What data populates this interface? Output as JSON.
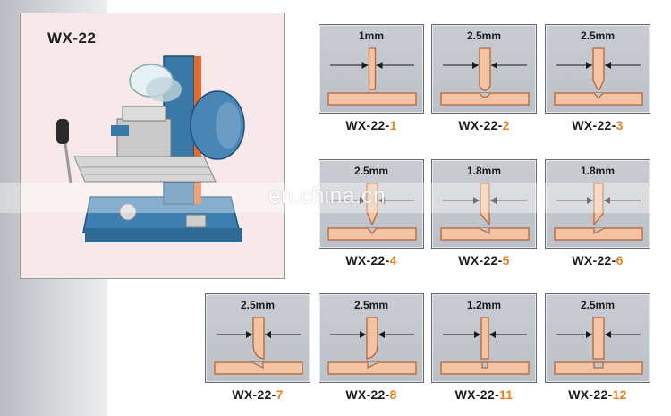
{
  "product": {
    "model": "WX-22",
    "photo_icon": "key-cutting-machine-icon"
  },
  "cutters": [
    {
      "prefix": "WX-22-",
      "number": "1",
      "width": "1mm",
      "profile": "narrow-thin"
    },
    {
      "prefix": "WX-22-",
      "number": "2",
      "width": "2.5mm",
      "profile": "round-tip"
    },
    {
      "prefix": "WX-22-",
      "number": "3",
      "width": "2.5mm",
      "profile": "point-tip"
    },
    {
      "prefix": "WX-22-",
      "number": "4",
      "width": "2.5mm",
      "profile": "v-point"
    },
    {
      "prefix": "WX-22-",
      "number": "5",
      "width": "1.8mm",
      "profile": "angled-right"
    },
    {
      "prefix": "WX-22-",
      "number": "6",
      "width": "1.8mm",
      "profile": "angled-left"
    },
    {
      "prefix": "WX-22-",
      "number": "7",
      "width": "2.5mm",
      "profile": "curved-left"
    },
    {
      "prefix": "WX-22-",
      "number": "8",
      "width": "2.5mm",
      "profile": "curved-right"
    },
    {
      "prefix": "WX-22-",
      "number": "11",
      "width": "1.2mm",
      "profile": "flat-thin"
    },
    {
      "prefix": "WX-22-",
      "number": "12",
      "width": "2.5mm",
      "profile": "flat-wide"
    }
  ],
  "watermark": "en.china.cn",
  "colors": {
    "cutter_fill": "#f3c3a4",
    "cutter_outline": "#b5653a",
    "caption_number": "#e8801f",
    "tile_background": "#c3c7cd"
  }
}
